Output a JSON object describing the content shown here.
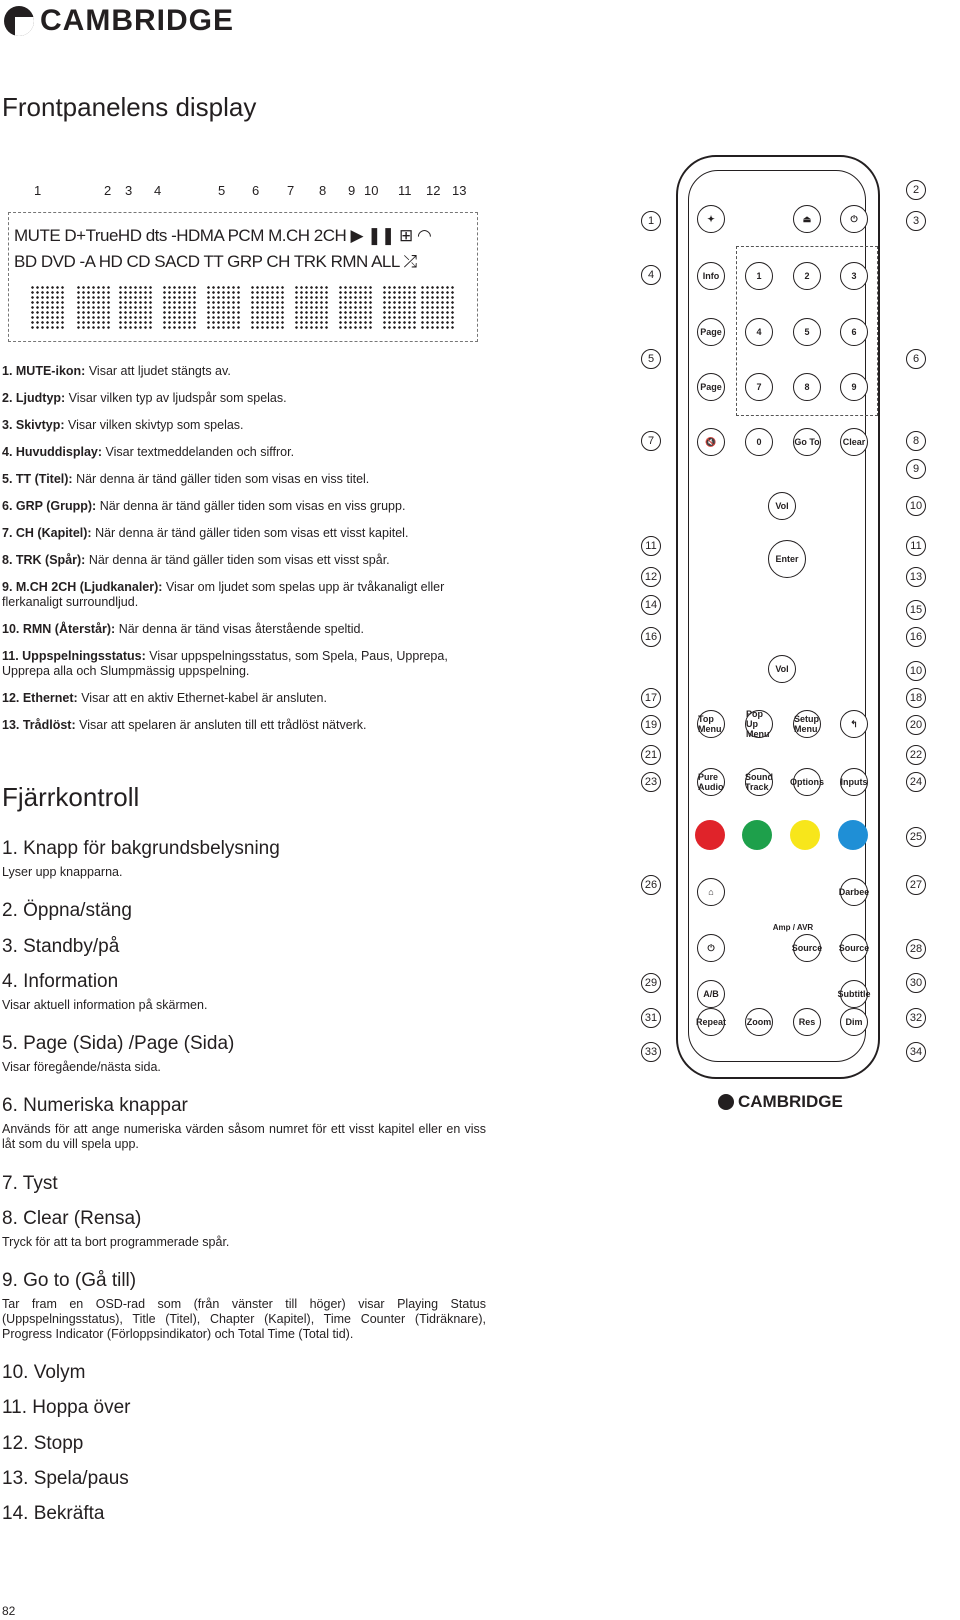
{
  "brand": "CAMBRIDGE",
  "display_title": "Frontpanelens display",
  "display_numbers": [
    "1",
    "2",
    "3",
    "4",
    "5",
    "6",
    "7",
    "8",
    "9",
    "10",
    "11",
    "12",
    "13"
  ],
  "display_row1": "MUTE D+TrueHD dts -HDMA PCM M.CH 2CH",
  "display_row2": "BD DVD -A HD CD SACD TT GRP CH TRK RMN ALL",
  "display_items": [
    {
      "label": "1. MUTE-ikon:",
      "text": " Visar att ljudet stängts av."
    },
    {
      "label": "2. Ljudtyp:",
      "text": " Visar vilken typ av ljudspår som spelas."
    },
    {
      "label": "3. Skivtyp:",
      "text": " Visar vilken skivtyp som spelas."
    },
    {
      "label": "4. Huvuddisplay:",
      "text": " Visar textmeddelanden och siffror."
    },
    {
      "label": "5. TT (Titel):",
      "text": " När denna är tänd gäller tiden som visas en viss titel."
    },
    {
      "label": "6. GRP (Grupp):",
      "text": " När denna är tänd gäller tiden som visas en viss grupp."
    },
    {
      "label": "7. CH (Kapitel):",
      "text": " När denna är tänd gäller tiden som visas ett visst kapitel."
    },
    {
      "label": "8. TRK (Spår):",
      "text": " När denna är tänd gäller tiden som visas ett visst spår."
    },
    {
      "label": "9. M.CH 2CH (Ljudkanaler):",
      "text": " Visar om ljudet som spelas upp är tvåkanaligt eller flerkanaligt surroundljud."
    },
    {
      "label": "10. RMN (Återstår):",
      "text": " När denna är tänd visas återstående speltid."
    },
    {
      "label": "11. Uppspelningsstatus:",
      "text": " Visar uppspelningsstatus, som Spela, Paus, Upprepa, Upprepa alla och Slumpmässig uppspelning."
    },
    {
      "label": "12. Ethernet:",
      "text": " Visar att en aktiv Ethernet-kabel är ansluten."
    },
    {
      "label": "13. Trådlöst:",
      "text": " Visar att spelaren är ansluten till ett trådlöst nätverk."
    }
  ],
  "remote_title": "Fjärrkontroll",
  "remote_items": [
    {
      "heading": "1. Knapp för bakgrundsbelysning",
      "desc": "Lyser upp knapparna."
    },
    {
      "heading": "2. Öppna/stäng",
      "desc": ""
    },
    {
      "heading": "3. Standby/på",
      "desc": ""
    },
    {
      "heading": "4. Information",
      "desc": "Visar aktuell information på skärmen."
    },
    {
      "heading": "5. Page (Sida) /Page (Sida)",
      "desc": "Visar föregående/nästa sida."
    },
    {
      "heading": "6. Numeriska knappar",
      "desc": "Används för att ange numeriska värden såsom numret för ett visst kapitel eller en viss låt som du vill spela upp."
    },
    {
      "heading": "7. Tyst",
      "desc": ""
    },
    {
      "heading": "8. Clear (Rensa)",
      "desc": "Tryck för att ta bort programmerade spår."
    },
    {
      "heading": "9. Go to (Gå till)",
      "desc": "Tar fram en OSD-rad som (från vänster till höger) visar Playing Status (Uppspelningsstatus), Title (Titel), Chapter (Kapitel), Time Counter (Tidräknare), Progress Indicator (Förloppsindikator) och Total Time (Total tid)."
    },
    {
      "heading": "10. Volym",
      "desc": ""
    },
    {
      "heading": "11. Hoppa över",
      "desc": ""
    },
    {
      "heading": "12. Stopp",
      "desc": ""
    },
    {
      "heading": "13. Spela/paus",
      "desc": ""
    },
    {
      "heading": "14. Bekräfta",
      "desc": ""
    }
  ],
  "remote": {
    "buttons": [
      {
        "label": "Info"
      },
      {
        "label": "1"
      },
      {
        "label": "2"
      },
      {
        "label": "3"
      },
      {
        "label": "Page"
      },
      {
        "label": "4"
      },
      {
        "label": "5"
      },
      {
        "label": "6"
      },
      {
        "label": "Page"
      },
      {
        "label": "7"
      },
      {
        "label": "8"
      },
      {
        "label": "9"
      },
      {
        "label": "0"
      },
      {
        "label": "Go To"
      },
      {
        "label": "Clear"
      },
      {
        "label": "Vol"
      },
      {
        "label": "Enter"
      },
      {
        "label": "Vol"
      },
      {
        "label": "Top Menu"
      },
      {
        "label": "Pop Up Menu"
      },
      {
        "label": "Setup Menu"
      },
      {
        "label": "Pure Audio"
      },
      {
        "label": "Sound Track"
      },
      {
        "label": "Options"
      },
      {
        "label": "Inputs"
      },
      {
        "label": "Darbee"
      },
      {
        "label": "Amp / AVR"
      },
      {
        "label": "Source"
      },
      {
        "label": "Source"
      },
      {
        "label": "A/B"
      },
      {
        "label": "Subtitle"
      },
      {
        "label": "Repeat"
      },
      {
        "label": "Zoom"
      },
      {
        "label": "Res"
      },
      {
        "label": "Dim"
      }
    ],
    "callouts_left": [
      "1",
      "4",
      "5",
      "7",
      "11",
      "12",
      "14",
      "16",
      "17",
      "19",
      "21",
      "23",
      "26",
      "29",
      "31",
      "33"
    ],
    "callouts_right": [
      "2",
      "3",
      "6",
      "8",
      "9",
      "10",
      "11",
      "13",
      "15",
      "16",
      "10",
      "18",
      "20",
      "22",
      "24",
      "25",
      "27",
      "28",
      "30",
      "32",
      "34"
    ],
    "colors": [
      "#e0232a",
      "#1ea04b",
      "#f7e61b",
      "#1f8fd6"
    ],
    "brand": "CAMBRIDGE"
  },
  "page_number": "82"
}
